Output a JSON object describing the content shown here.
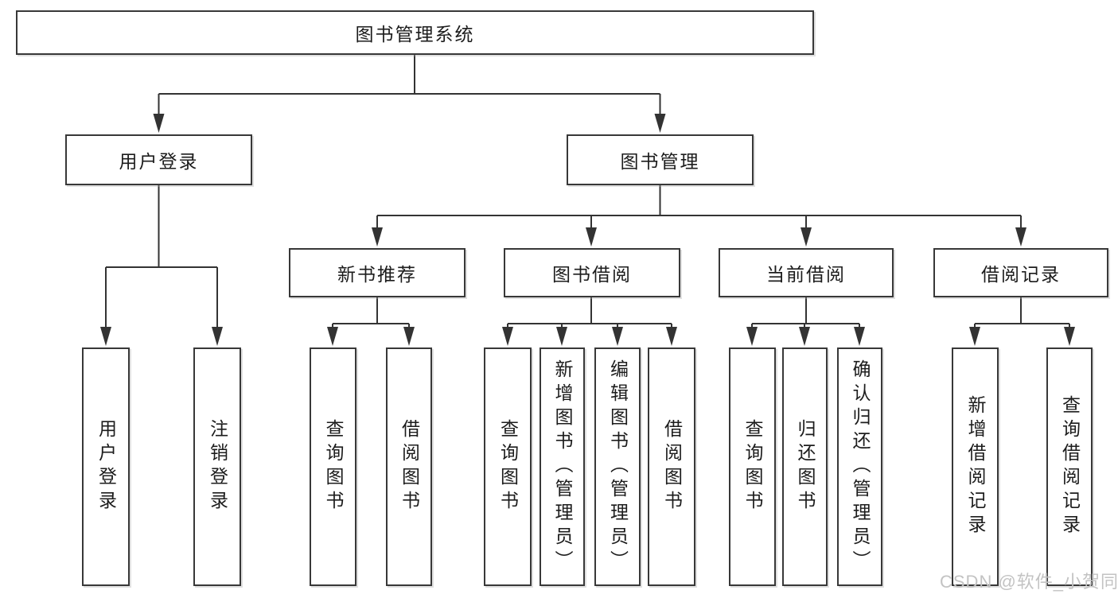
{
  "diagram": {
    "title": "图书管理系统",
    "tree": {
      "root": {
        "label": "图书管理系统",
        "children": [
          {
            "label": "用户登录",
            "children": [
              {
                "label": "用户登录"
              },
              {
                "label": "注销登录"
              }
            ]
          },
          {
            "label": "图书管理",
            "children": [
              {
                "label": "新书推荐",
                "children": [
                  {
                    "label": "查询图书"
                  },
                  {
                    "label": "借阅图书"
                  }
                ]
              },
              {
                "label": "图书借阅",
                "children": [
                  {
                    "label": "查询图书"
                  },
                  {
                    "label": "新增图书（管理员）"
                  },
                  {
                    "label": "编辑图书（管理员）"
                  },
                  {
                    "label": "借阅图书"
                  }
                ]
              },
              {
                "label": "当前借阅",
                "children": [
                  {
                    "label": "查询图书"
                  },
                  {
                    "label": "归还图书"
                  },
                  {
                    "label": "确认归还（管理员）"
                  }
                ]
              },
              {
                "label": "借阅记录",
                "children": [
                  {
                    "label": "新增借阅记录"
                  },
                  {
                    "label": "查询借阅记录"
                  }
                ]
              }
            ]
          }
        ]
      }
    }
  },
  "watermark": "CSDN @软件_小贺同学",
  "colors": {
    "line": "#333333",
    "box_border": "#383838",
    "text": "#1c1c1c",
    "watermark": "#c3c3c3",
    "background": "#ffffff"
  }
}
